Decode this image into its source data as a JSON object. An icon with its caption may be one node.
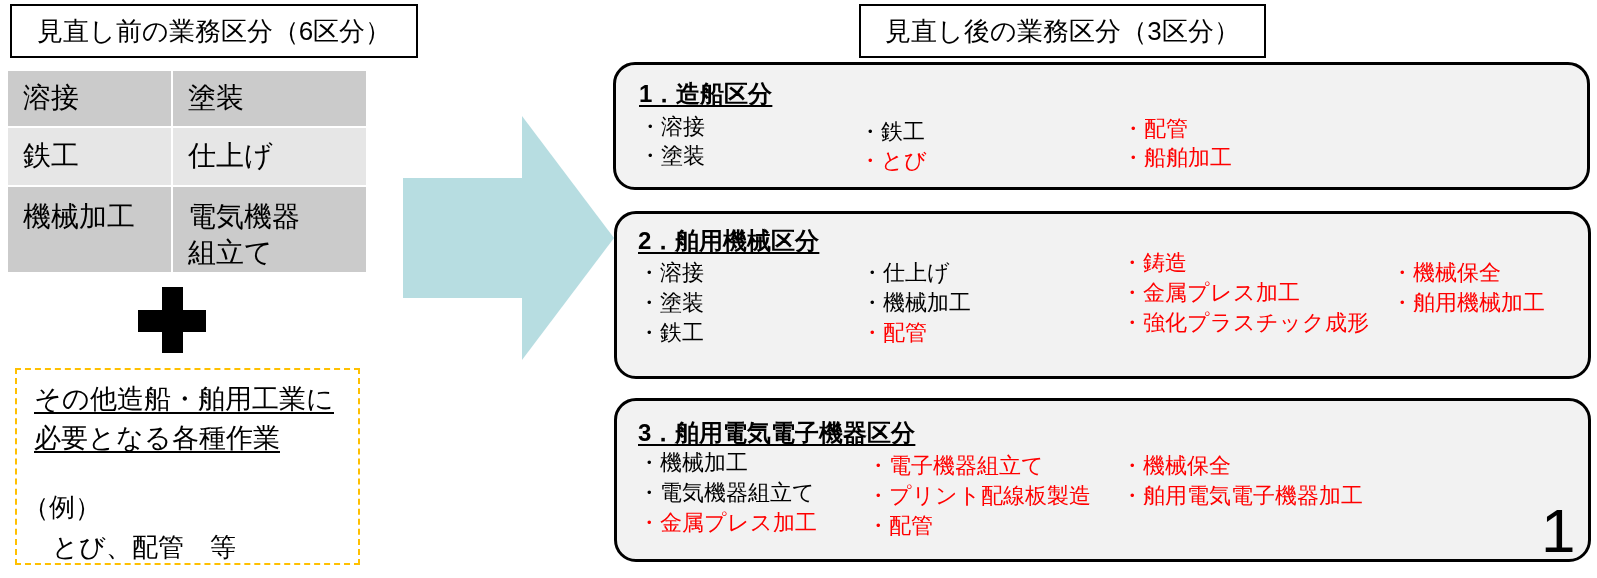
{
  "diagram": {
    "nodes": [
      {
        "text": [
          "見直し前の業務区分（6区分）"
        ]
      },
      {
        "text": [
          "その他造船・舶用工業に必要となる各種作業",
          "（例）",
          "とび、配管　等"
        ]
      },
      {
        "text": [
          "見直し後の業務区分（3区分）"
        ]
      },
      {
        "text": [
          "1．造船区分",
          "・溶接",
          "・塗装",
          "・鉄工",
          "・とび",
          "・配管",
          "・船舶加工"
        ]
      },
      {
        "text": [
          "2．舶用機械区分",
          "・溶接",
          "・塗装",
          "・鉄工",
          "・仕上げ",
          "・機械加工",
          "・配管",
          "・鋳造",
          "・金属プレス加工",
          "・強化プラスチック成形",
          "・機械保全",
          "・舶用機械加工"
        ]
      },
      {
        "text": [
          "3．舶用電気電子機器区分",
          "・機械加工",
          "・電気機器組立て",
          "・金属プレス加工",
          "・電子機器組立て",
          "・プリント配線板製造",
          "・配管",
          "・機械保全",
          "・舶用電気電子機器加工"
        ]
      }
    ],
    "edges": [
      {
        "from": null,
        "to": 4,
        "arrow": "to"
      }
    ],
    "labels": [
      "溶接",
      "塗装",
      "鉄工",
      "仕上げ",
      "機械加工",
      "電気機器組立て",
      "1"
    ]
  }
}
